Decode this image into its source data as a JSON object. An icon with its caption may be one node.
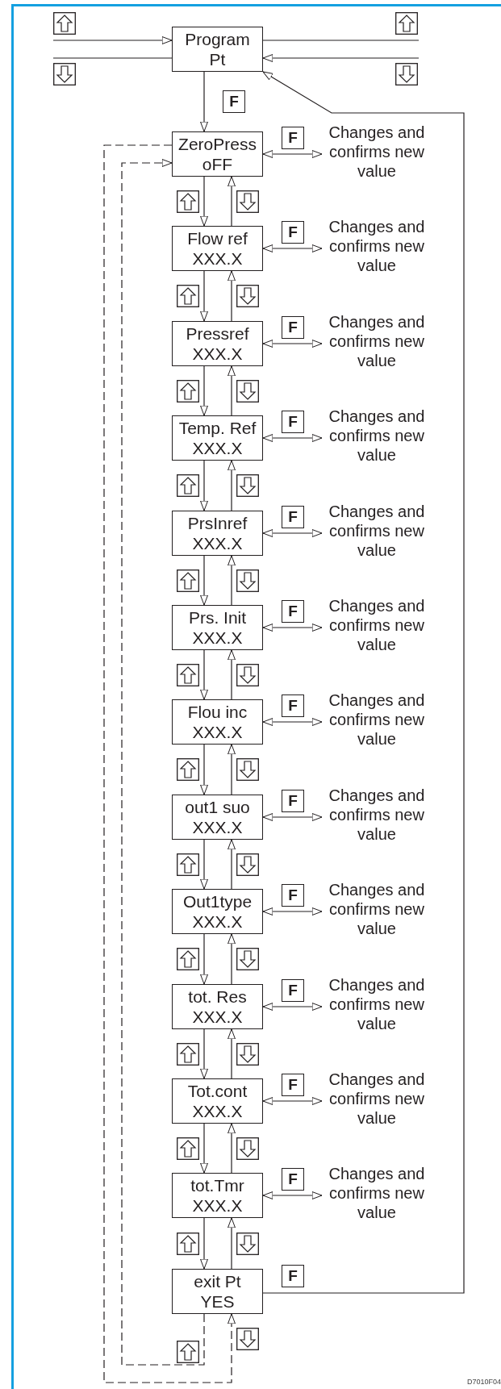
{
  "diagram": {
    "nodes": [
      {
        "text": [
          "Program",
          "Pt"
        ]
      },
      {
        "text": [
          "ZeroPress",
          "oFF"
        ]
      },
      {
        "text": [
          "Changes and confirms new value"
        ]
      },
      {
        "text": [
          "Flow ref",
          "XXX.X"
        ]
      },
      {
        "text": [
          "Changes and confirms new value"
        ]
      },
      {
        "text": [
          "Pressref",
          "XXX.X"
        ]
      },
      {
        "text": [
          "Changes and confirms new value"
        ]
      },
      {
        "text": [
          "Temp. Ref",
          "XXX.X"
        ]
      },
      {
        "text": [
          "Changes and confirms new value"
        ]
      },
      {
        "text": [
          "PrsInref",
          "XXX.X"
        ]
      },
      {
        "text": [
          "Changes and confirms new value"
        ]
      },
      {
        "text": [
          "Prs. Init",
          "XXX.X"
        ]
      },
      {
        "text": [
          "Changes and confirms new value"
        ]
      },
      {
        "text": [
          "Flou inc",
          "XXX.X"
        ]
      },
      {
        "text": [
          "Changes and confirms new value"
        ]
      },
      {
        "text": [
          "out1 suo",
          "XXX.X"
        ]
      },
      {
        "text": [
          "Changes and confirms new value"
        ]
      },
      {
        "text": [
          "Out1type",
          "XXX.X"
        ]
      },
      {
        "text": [
          "Changes and confirms new value"
        ]
      },
      {
        "text": [
          "tot. Res",
          "XXX.X"
        ]
      },
      {
        "text": [
          "Changes and confirms new value"
        ]
      },
      {
        "text": [
          "Tot.cont",
          "XXX.X"
        ]
      },
      {
        "text": [
          "Changes and confirms new value"
        ]
      },
      {
        "text": [
          "tot.Tmr",
          "XXX.X"
        ]
      },
      {
        "text": [
          "Changes and confirms new value"
        ]
      },
      {
        "text": [
          "exit Pt",
          "YES"
        ]
      }
    ],
    "edges": [
      {
        "from": null,
        "to": 0,
        "arrow": "to"
      },
      {
        "from": 0,
        "to": null,
        "arrow": "none"
      },
      {
        "from": 0,
        "to": null,
        "arrow": "none"
      },
      {
        "from": null,
        "to": 0,
        "arrow": "to"
      },
      {
        "from": 0,
        "to": 1,
        "arrow": "to",
        "label": "F"
      },
      {
        "from": 1,
        "to": 2,
        "arrow": "both",
        "label": "F"
      },
      {
        "from": 1,
        "to": 3,
        "arrow": "to"
      },
      {
        "from": 3,
        "to": 1,
        "arrow": "to"
      },
      {
        "from": 3,
        "to": 4,
        "arrow": "both",
        "label": "F"
      },
      {
        "from": 3,
        "to": 5,
        "arrow": "to"
      },
      {
        "from": 5,
        "to": 3,
        "arrow": "to"
      },
      {
        "from": 5,
        "to": 6,
        "arrow": "both",
        "label": "F"
      },
      {
        "from": 5,
        "to": 7,
        "arrow": "to"
      },
      {
        "from": 7,
        "to": 5,
        "arrow": "to"
      },
      {
        "from": 7,
        "to": 8,
        "arrow": "both",
        "label": "F"
      },
      {
        "from": 7,
        "to": 9,
        "arrow": "to"
      },
      {
        "from": 9,
        "to": 7,
        "arrow": "to"
      },
      {
        "from": 9,
        "to": 10,
        "arrow": "both",
        "label": "F"
      },
      {
        "from": 9,
        "to": 11,
        "arrow": "to"
      },
      {
        "from": 11,
        "to": 9,
        "arrow": "to"
      },
      {
        "from": 11,
        "to": 12,
        "arrow": "both",
        "label": "F"
      },
      {
        "from": 11,
        "to": 13,
        "arrow": "to"
      },
      {
        "from": 13,
        "to": 11,
        "arrow": "to"
      },
      {
        "from": 13,
        "to": 14,
        "arrow": "both",
        "label": "F"
      },
      {
        "from": 13,
        "to": 15,
        "arrow": "to"
      },
      {
        "from": 15,
        "to": 13,
        "arrow": "to"
      },
      {
        "from": 15,
        "to": 16,
        "arrow": "both",
        "label": "F"
      },
      {
        "from": 15,
        "to": 17,
        "arrow": "to"
      },
      {
        "from": 17,
        "to": 15,
        "arrow": "to"
      },
      {
        "from": 17,
        "to": 18,
        "arrow": "both",
        "label": "F"
      },
      {
        "from": 17,
        "to": 19,
        "arrow": "to"
      },
      {
        "from": 19,
        "to": 17,
        "arrow": "to"
      },
      {
        "from": 19,
        "to": 20,
        "arrow": "both",
        "label": "F"
      },
      {
        "from": 19,
        "to": 21,
        "arrow": "to"
      },
      {
        "from": 21,
        "to": 19,
        "arrow": "to"
      },
      {
        "from": 21,
        "to": 22,
        "arrow": "both",
        "label": "F"
      },
      {
        "from": 21,
        "to": 23,
        "arrow": "to"
      },
      {
        "from": 23,
        "to": 21,
        "arrow": "to"
      },
      {
        "from": 23,
        "to": 24,
        "arrow": "both",
        "label": "F"
      },
      {
        "from": 23,
        "to": 25,
        "arrow": "to"
      },
      {
        "from": 25,
        "to": 23,
        "arrow": "to"
      },
      {
        "from": 25,
        "to": 1,
        "arrow": "to",
        "style": "dashed"
      },
      {
        "from": 1,
        "to": 25,
        "arrow": "to",
        "style": "dashed"
      },
      {
        "from": 25,
        "to": 0,
        "arrow": "to",
        "label": "F"
      }
    ],
    "labels": [
      "D7010F04"
    ]
  }
}
